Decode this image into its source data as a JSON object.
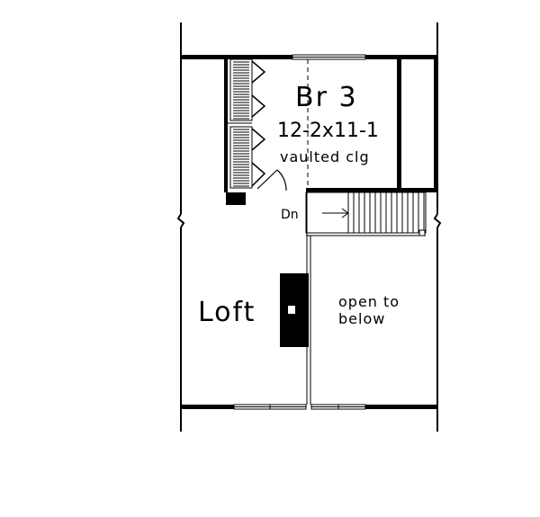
{
  "rooms": {
    "bedroom": {
      "name": "Br 3",
      "size": "12-2x11-1",
      "ceiling": "vaulted clg"
    },
    "loft": {
      "name": "Loft"
    },
    "open_area": {
      "line1": "open to",
      "line2": "below"
    }
  },
  "stair": {
    "label": "Dn"
  }
}
